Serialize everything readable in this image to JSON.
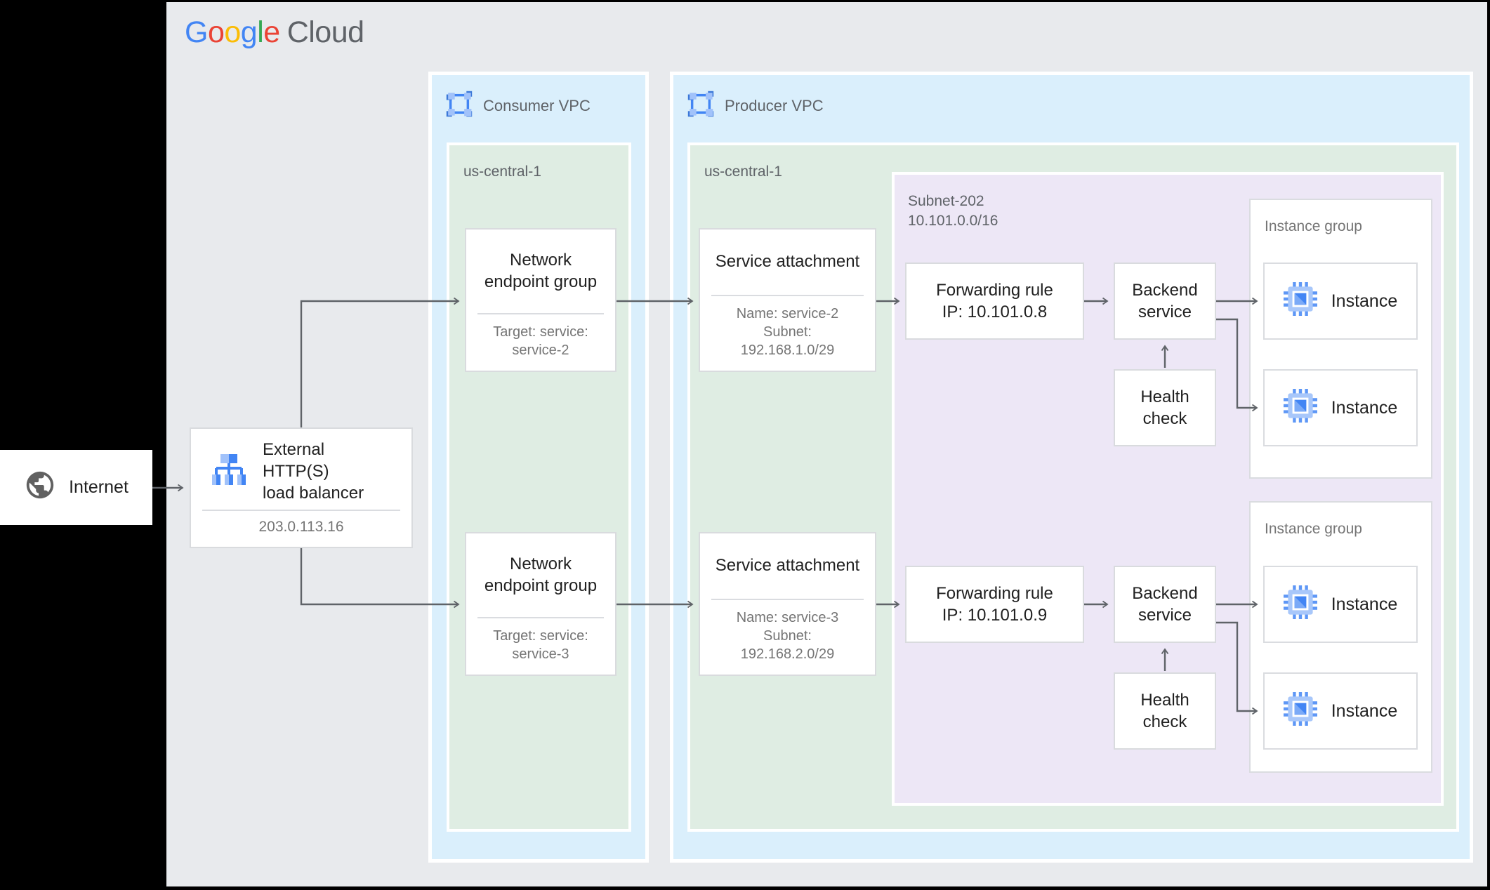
{
  "logo": {
    "letters": [
      {
        "char": "G"
      },
      {
        "char": "o"
      },
      {
        "char": "o"
      },
      {
        "char": "g"
      },
      {
        "char": "l"
      },
      {
        "char": "e"
      }
    ],
    "suffix": "Cloud"
  },
  "internet": {
    "label": "Internet"
  },
  "load_balancer": {
    "title_lines": [
      "External HTTP(S)",
      "load balancer"
    ],
    "ip": "203.0.113.16"
  },
  "consumer_vpc": {
    "label": "Consumer VPC",
    "region_label": "us-central-1"
  },
  "producer_vpc": {
    "label": "Producer VPC",
    "region_label": "us-central-1"
  },
  "subnet": {
    "name": "Subnet-202",
    "cidr": "10.101.0.0/16"
  },
  "rows": [
    {
      "neg_title": "Network endpoint group",
      "neg_sub_lines": [
        "Target: service:",
        "service-2"
      ],
      "sa_title": "Service attachment",
      "sa_sub_lines": [
        "Name: service-2",
        "Subnet:",
        "192.168.1.0/29"
      ],
      "fr_lines": [
        "Forwarding rule",
        "IP: 10.101.0.8"
      ],
      "backend_service": "Backend service",
      "health_check": "Health check",
      "instance_group_label": "Instance group",
      "instances": [
        "Instance",
        "Instance"
      ]
    },
    {
      "neg_title": "Network endpoint group",
      "neg_sub_lines": [
        "Target: service:",
        "service-3"
      ],
      "sa_title": "Service attachment",
      "sa_sub_lines": [
        "Name: service-3",
        "Subnet:",
        "192.168.2.0/29"
      ],
      "fr_lines": [
        "Forwarding rule",
        "IP: 10.101.0.9"
      ],
      "backend_service": "Backend service",
      "health_check": "Health check",
      "instance_group_label": "Instance group",
      "instances": [
        "Instance",
        "Instance"
      ]
    }
  ],
  "colors": {
    "canvas": "#E8EAED",
    "frame": "#000000",
    "vpc_fill": "#DAEFFC",
    "region_fill": "#DFEDE3",
    "subnet_fill": "#EDE7F6",
    "card_border": "#DADCE0",
    "arrow": "#5F6368",
    "title_text": "#212121",
    "muted_text": "#757575",
    "label_text": "#5F6368",
    "google_blue": "#4285F4",
    "google_red": "#EA4335",
    "google_yellow": "#FBBC05",
    "google_green": "#34A853",
    "icon_light_blue": "#A1C2FA"
  }
}
